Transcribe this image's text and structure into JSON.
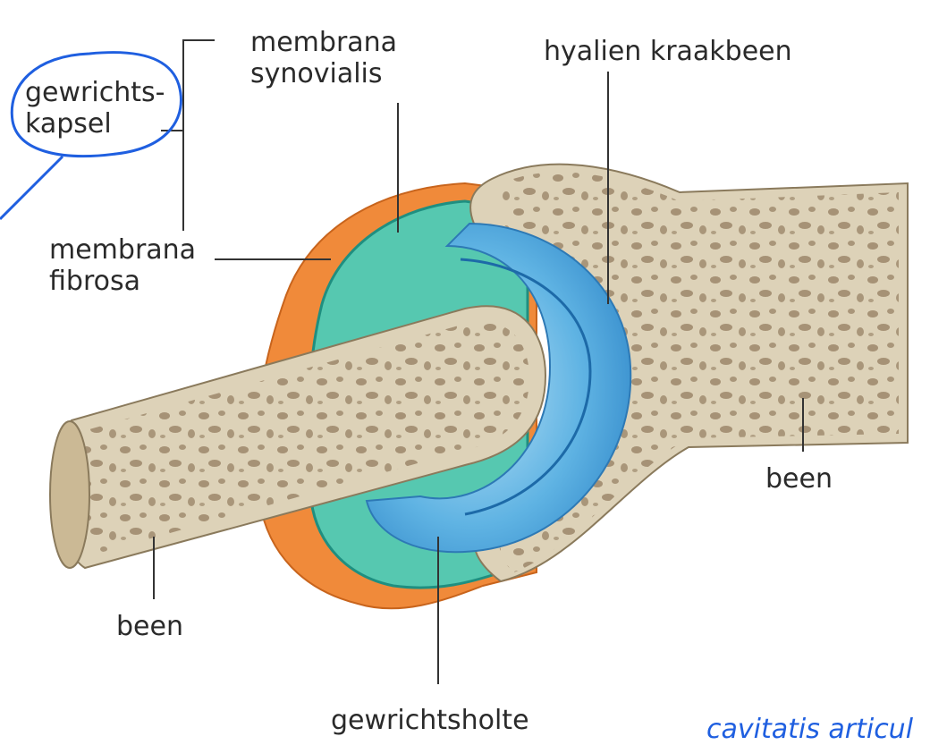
{
  "labels": {
    "capsule": "gewrichts-\nkapsel",
    "synovial_membrane": "membrana\nsynovialis",
    "hyaline_cartilage": "hyalien kraakbeen",
    "fibrous_membrane": "membrana\nfibrosa",
    "bone_right": "been",
    "bone_left": "been",
    "joint_cavity": "gewrichtsholte"
  },
  "handwritten_note": "cavitatis articul",
  "colors": {
    "bone": "#ddd2b8",
    "bone_pores": "#8b7355",
    "cartilage": "#3f9ad6",
    "synovial": "#56c8b0",
    "fibrous": "#f08a3a",
    "ink": "#1f5fe0"
  }
}
